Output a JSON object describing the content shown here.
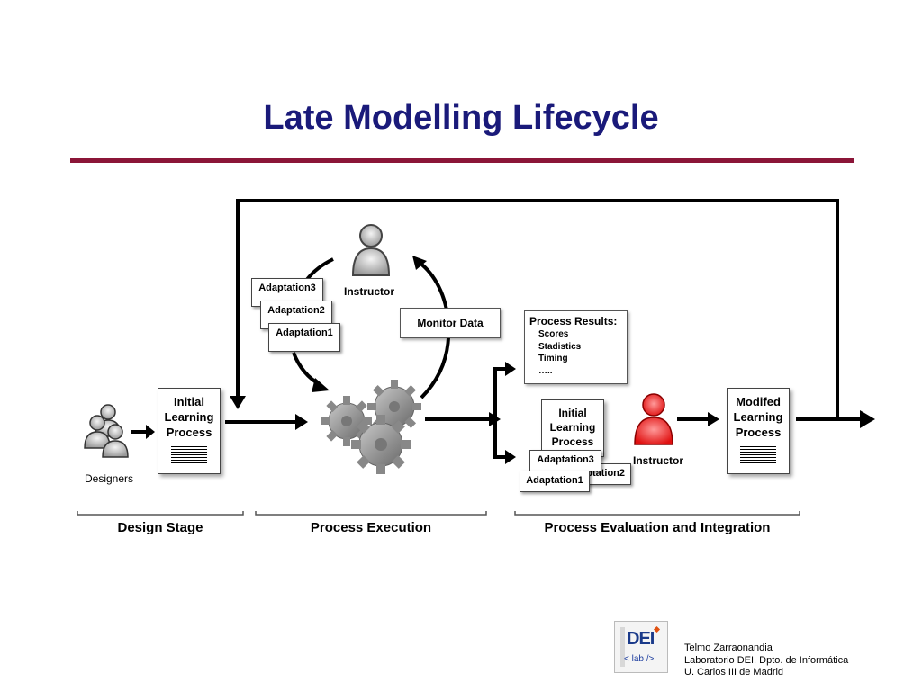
{
  "title": "Late Modelling Lifecycle",
  "accent_color": "#8b1538",
  "title_color": "#1a1a7a",
  "diagram": {
    "designers_label": "Designers",
    "initial_process": [
      "Initial",
      "Learning",
      "Process"
    ],
    "instructor_top_label": "Instructor",
    "adaptations_left": [
      "Adaptation3",
      "Adaptation2",
      "Adaptation1"
    ],
    "monitor_data": "Monitor Data",
    "process_results": {
      "heading": "Process Results:",
      "items": [
        "Scores",
        "Stadistics",
        "Timing",
        "….."
      ]
    },
    "initial_process_right": [
      "Initial",
      "Learning",
      "Process"
    ],
    "adaptations_right": [
      "Adaptation3",
      "Adaptation2",
      "Adaptation1"
    ],
    "instructor_right_label": "Instructor",
    "modified_process": [
      "Modifed",
      "Learning",
      "Process"
    ],
    "stages": [
      "Design Stage",
      "Process Execution",
      "Process Evaluation and Integration"
    ]
  },
  "footer": {
    "logo_text": "DEI",
    "logo_sub": "< lab />",
    "lines": [
      "Telmo Zarraonandia",
      "Laboratorio DEI. Dpto. de Informática",
      "U. Carlos III de Madrid"
    ]
  }
}
